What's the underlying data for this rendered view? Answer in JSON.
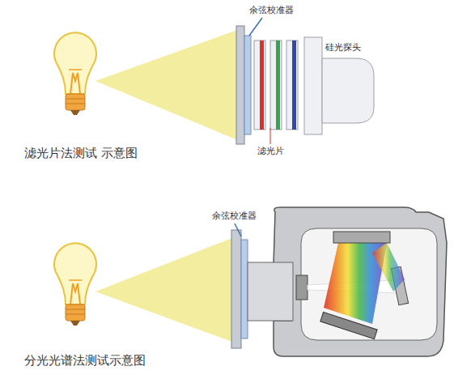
{
  "diagram": {
    "labels": [
      "余弦校准器",
      "硅光探头",
      "滤光片",
      "滤光片法测试 示意图",
      "余弦校准器",
      "分光光谱法测试示意图"
    ]
  }
}
